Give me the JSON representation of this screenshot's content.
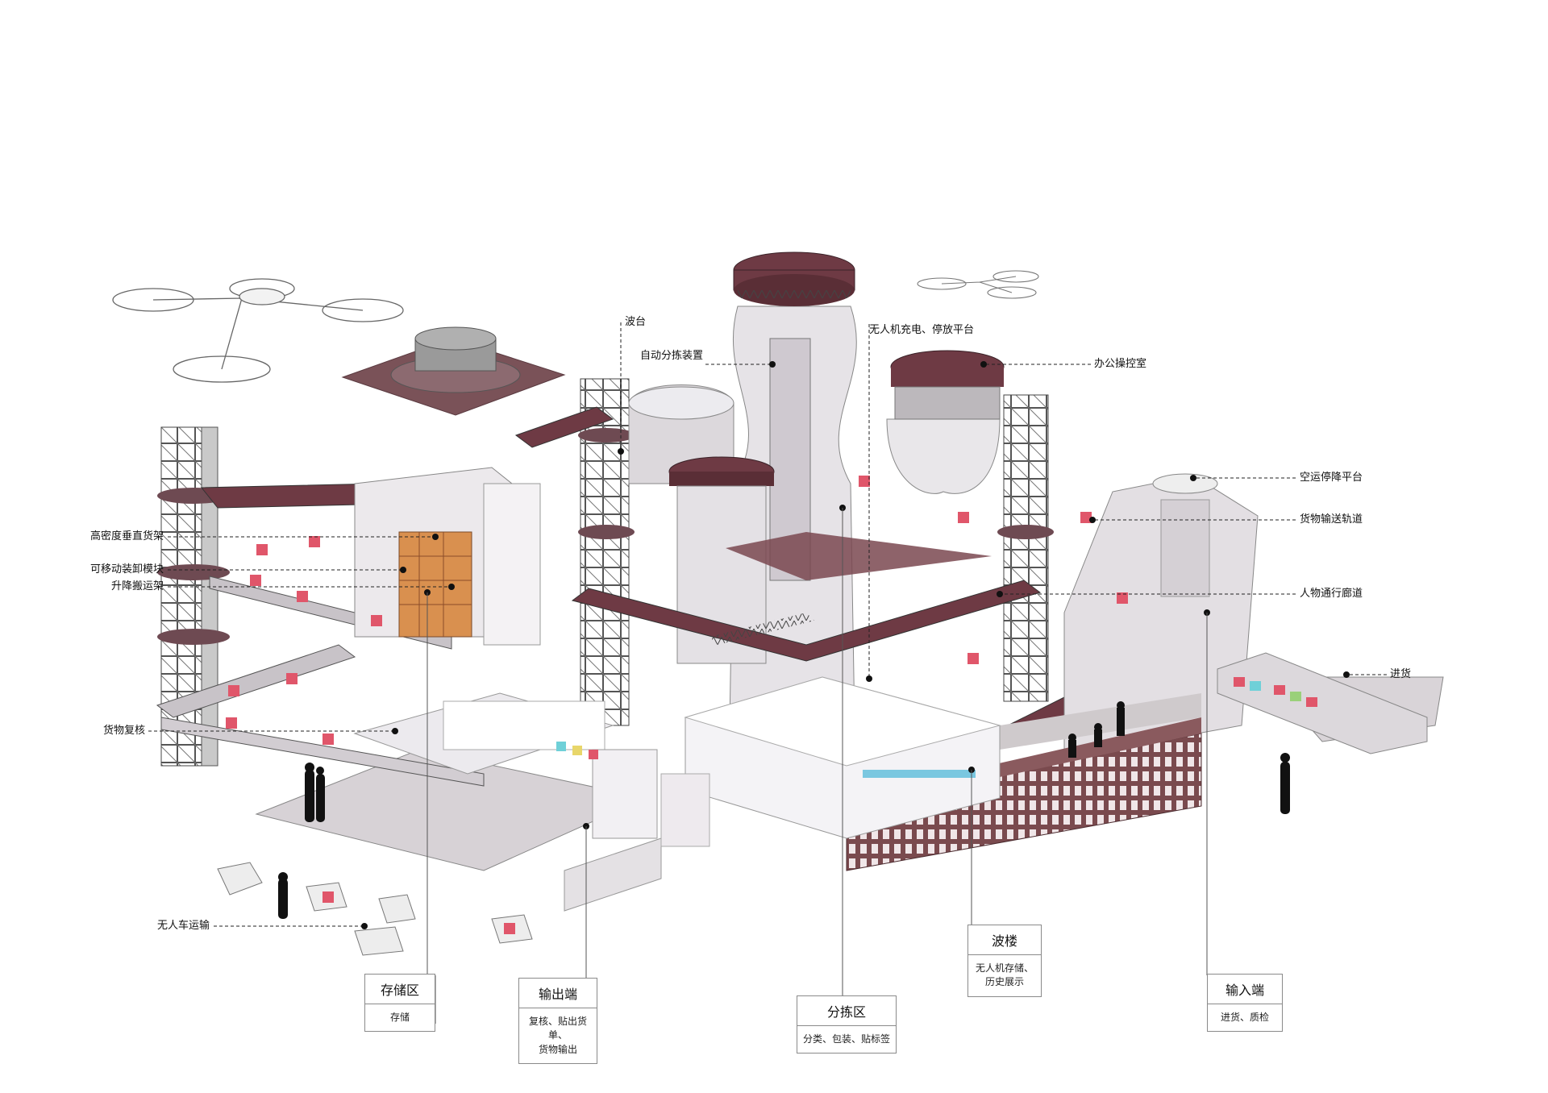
{
  "palette": {
    "maroon": "#6e3a44",
    "brick": "#7a4a4e",
    "steel": "#5a5a62",
    "pale": "#e8e6ea",
    "red": "#e0566a",
    "cyan": "#6fd0d8",
    "orange": "#d98a4c"
  },
  "labels": {
    "high_density_rack": "高密度垂直货架",
    "movable_module": "可移动装卸模块",
    "lifting_rack": "升降搬运架",
    "goods_recheck": "货物复核",
    "unmanned_vehicle": "无人车运输",
    "wave_platform": "波台",
    "auto_sorter": "自动分拣装置",
    "drone_charge": "无人机充电、停放平台",
    "office_control": "办公操控室",
    "air_landing": "空运停降平台",
    "conveyor_track": "货物输送轨道",
    "pedestrian_corridor": "人物通行廊道",
    "incoming": "进货"
  },
  "zones": {
    "storage": {
      "title": "存储区",
      "desc": [
        "存储"
      ]
    },
    "output": {
      "title": "输出端",
      "desc": [
        "复核、贴出货单、",
        "货物输出"
      ]
    },
    "sorting": {
      "title": "分拣区",
      "desc": [
        "分类、包装、贴标签"
      ]
    },
    "wave_building": {
      "title": "波楼",
      "desc": [
        "无人机存储、",
        "历史展示"
      ]
    },
    "input": {
      "title": "输入端",
      "desc": [
        "进货、质检"
      ]
    }
  }
}
